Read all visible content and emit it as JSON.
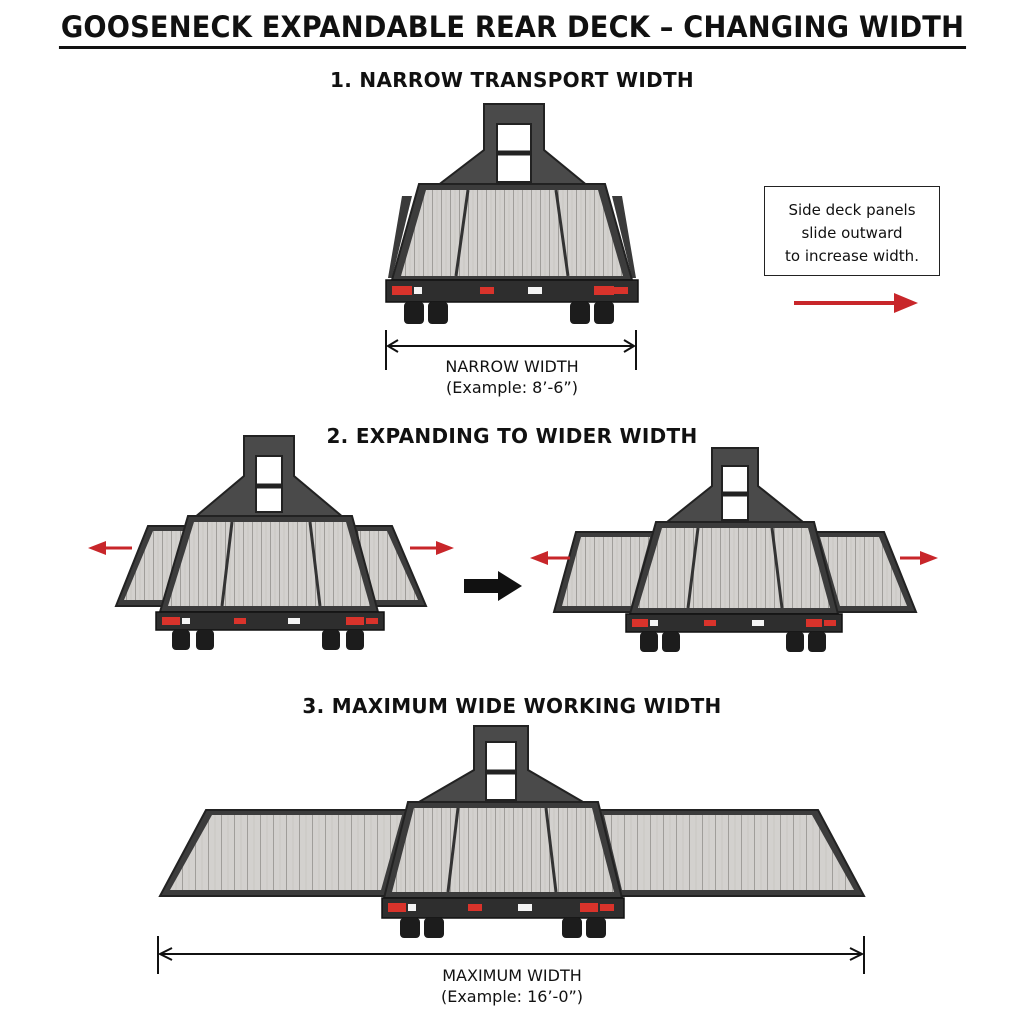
{
  "title": "GOOSENECK EXPANDABLE REAR DECK – CHANGING WIDTH",
  "steps": [
    {
      "label": "1. NARROW TRANSPORT WIDTH"
    },
    {
      "label": "2. EXPANDING TO WIDER WIDTH"
    },
    {
      "label": "3. MAXIMUM WIDE WORKING WIDTH"
    }
  ],
  "narrow_dimension": {
    "line1": "NARROW WIDTH",
    "line2": "(Example: 8’-6”)"
  },
  "max_dimension": {
    "line1": "MAXIMUM WIDTH",
    "line2": "(Example: 16’-0”)"
  },
  "note": {
    "line1": "Side deck panels",
    "line2": "slide outward",
    "line3": "to increase width."
  },
  "colors": {
    "arrow_red": "#c8262a",
    "frame": "#3a3a3a",
    "deck": "#cfcdca",
    "light_red": "#d9332b"
  }
}
